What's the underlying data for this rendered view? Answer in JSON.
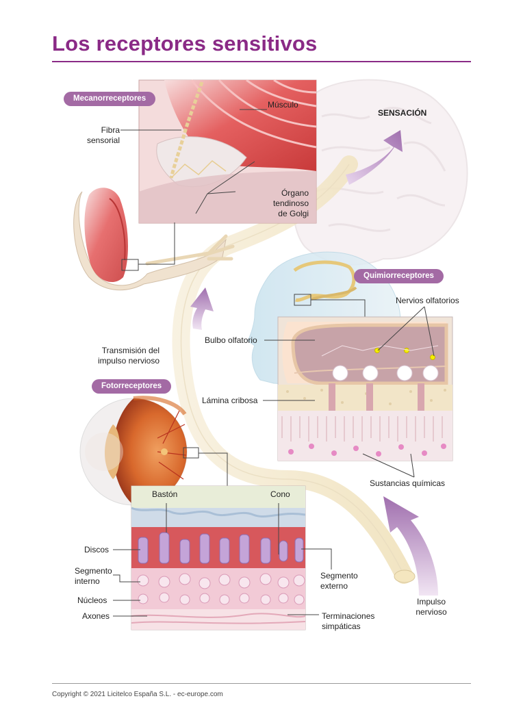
{
  "title": "Los receptores sensitivos",
  "copyright": "Copyright © 2021 Licitelco España S.L. - ec-europe.com",
  "colors": {
    "accent": "#8a2a86",
    "pill": "#a36aa4",
    "arrow": "#b07fb8",
    "muscle": "#d84a4a"
  },
  "sections": {
    "mecano": {
      "badge": "Mecanorreceptores",
      "labels": {
        "fibra": "Fibra\nsensorial",
        "musculo": "Músculo",
        "organo": "Órgano\ntendinoso\nde Golgi"
      }
    },
    "sensacion": "SENSACIÓN",
    "quimio": {
      "badge": "Quimiorreceptores",
      "labels": {
        "nervios": "Nervios olfatorios",
        "bulbo": "Bulbo olfatorio",
        "lamina": "Lámina cribosa",
        "sustancias": "Sustancias químicas"
      }
    },
    "transmision": "Transmisión del\nimpulso nervioso",
    "foto": {
      "badge": "Fotorreceptores",
      "labels": {
        "baston": "Bastón",
        "cono": "Cono",
        "discos": "Discos",
        "seg_interno": "Segmento\ninterno",
        "nucleos": "Núcleos",
        "axones": "Axones",
        "seg_externo": "Segmento\nexterno",
        "terminaciones": "Terminaciones\nsimpáticas"
      }
    },
    "impulso": "Impulso\nnervioso"
  }
}
